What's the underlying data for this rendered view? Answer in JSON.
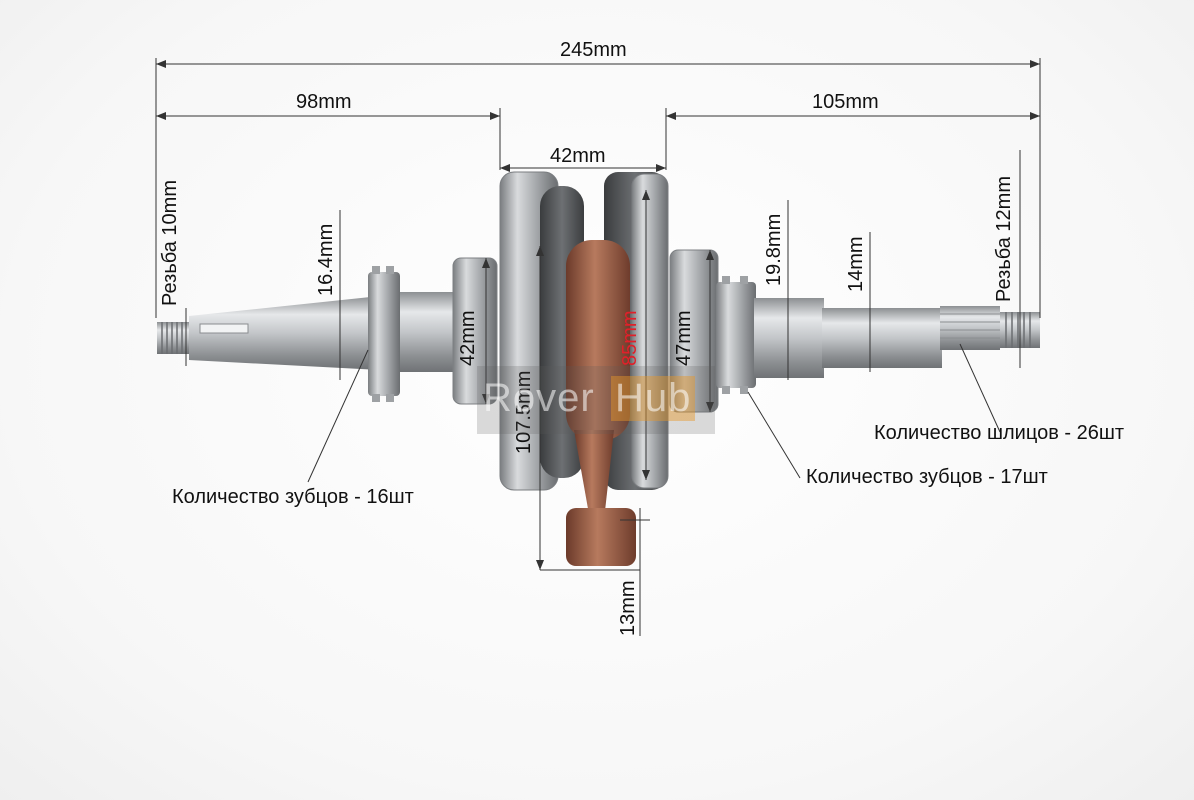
{
  "dimensions": {
    "total_length": "245mm",
    "left_shaft_length": "98mm",
    "right_shaft_length": "105mm",
    "crank_width": "42mm",
    "left_thread": "Резьба 10mm",
    "right_thread": "Резьба 12mm",
    "left_shaft_diameter": "16.4mm",
    "right_shaft_diameter": "19.8mm",
    "right_tip_diameter": "14mm",
    "left_bearing_diameter": "42mm",
    "right_bearing_diameter": "47mm",
    "flywheel_diameter": "85mm",
    "conrod_length": "107.5mm",
    "small_end_width": "13mm"
  },
  "callouts": {
    "left_gear_teeth": "Количество зубцов - 16шт",
    "right_gear_teeth": "Количество зубцов - 17шт",
    "spline_count": "Количество шлицов - 26шт"
  },
  "watermark": {
    "part1": "Rover",
    "part2": "Hub"
  },
  "colors": {
    "dimension_line": "#333333",
    "highlight_text": "#e0202a",
    "steel": "#b9bcbf",
    "conrod": "#9a5a44"
  }
}
